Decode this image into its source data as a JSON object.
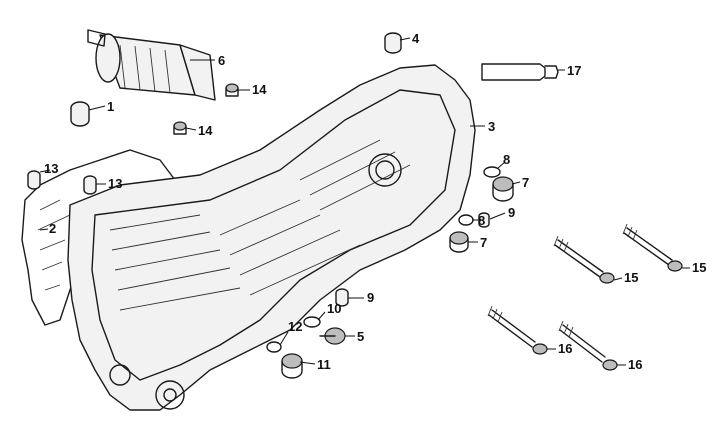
{
  "diagram": {
    "callouts": [
      "1",
      "2",
      "3",
      "4",
      "5",
      "6",
      "7",
      "7",
      "8",
      "8",
      "9",
      "9",
      "10",
      "11",
      "12",
      "13",
      "13",
      "14",
      "14",
      "15",
      "15",
      "16",
      "16",
      "17"
    ]
  }
}
